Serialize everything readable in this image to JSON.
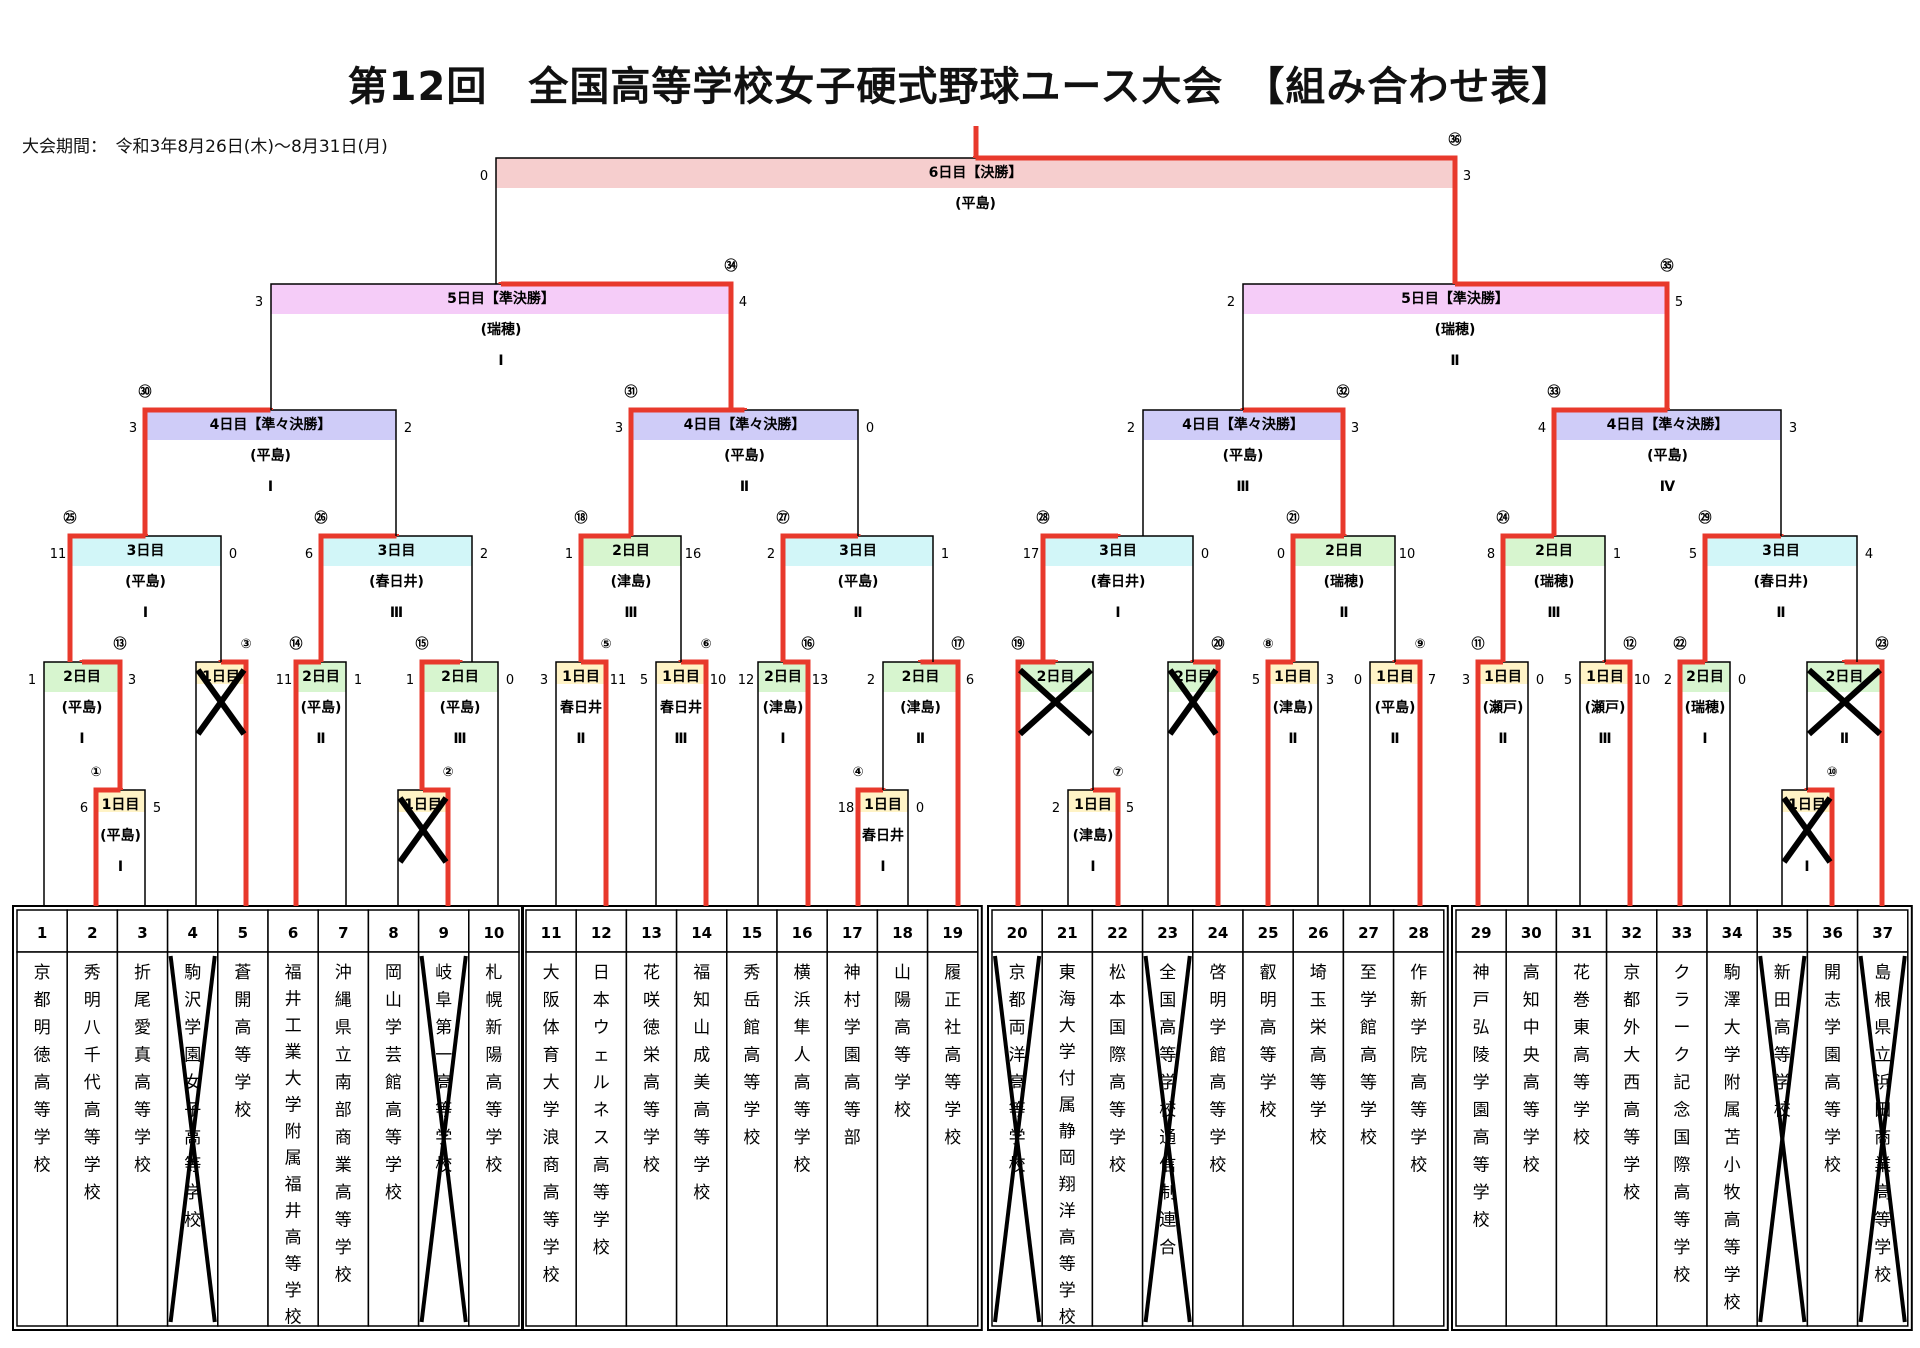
{
  "title": "第12回　全国高等学校女子硬式野球ユース大会　【組み合わせ表】",
  "period": "大会期間：　令和3年8月26日(木)～8月31日(月)",
  "schools": [
    {
      "no": "1",
      "name": "京都明徳高等学校"
    },
    {
      "no": "2",
      "name": "秀明八千代高等学校"
    },
    {
      "no": "3",
      "name": "折尾愛真高等学校"
    },
    {
      "no": "4",
      "name": "駒沢学園女子高等学校",
      "withdrawn": true
    },
    {
      "no": "5",
      "name": "蒼開高等学校"
    },
    {
      "no": "6",
      "name": "福井工業大学附属福井高等学校"
    },
    {
      "no": "7",
      "name": "沖縄県立南部商業高等学校"
    },
    {
      "no": "8",
      "name": "岡山学芸館高等学校"
    },
    {
      "no": "9",
      "name": "岐阜第一高等学校",
      "withdrawn": true
    },
    {
      "no": "10",
      "name": "札幌新陽高等学校"
    },
    {
      "no": "11",
      "name": "大阪体育大学浪商高等学校"
    },
    {
      "no": "12",
      "name": "日本ウェルネス高等学校"
    },
    {
      "no": "13",
      "name": "花咲徳栄高等学校"
    },
    {
      "no": "14",
      "name": "福知山成美高等学校"
    },
    {
      "no": "15",
      "name": "秀岳館高等学校"
    },
    {
      "no": "16",
      "name": "横浜隼人高等学校"
    },
    {
      "no": "17",
      "name": "神村学園高等部"
    },
    {
      "no": "18",
      "name": "山陽高等学校"
    },
    {
      "no": "19",
      "name": "履正社高等学校"
    },
    {
      "no": "20",
      "name": "京都両洋高等学校",
      "withdrawn": true
    },
    {
      "no": "21",
      "name": "東海大学付属静岡翔洋高等学校"
    },
    {
      "no": "22",
      "name": "松本国際高等学校"
    },
    {
      "no": "23",
      "name": "全国高等学校通信制連合",
      "withdrawn": true
    },
    {
      "no": "24",
      "name": "啓明学館高等学校"
    },
    {
      "no": "25",
      "name": "叡明高等学校"
    },
    {
      "no": "26",
      "name": "埼玉栄高等学校"
    },
    {
      "no": "27",
      "name": "至学館高等学校"
    },
    {
      "no": "28",
      "name": "作新学院高等学校"
    },
    {
      "no": "29",
      "name": "神戸弘陵学園高等学校"
    },
    {
      "no": "30",
      "name": "高知中央高等学校"
    },
    {
      "no": "31",
      "name": "花巻東高等学校"
    },
    {
      "no": "32",
      "name": "京都外大西高等学校"
    },
    {
      "no": "33",
      "name": "クラーク記念国際高等学校"
    },
    {
      "no": "34",
      "name": "駒澤大学附属苫小牧高等学校"
    },
    {
      "no": "35",
      "name": "新田高等学校",
      "withdrawn": true
    },
    {
      "no": "36",
      "name": "開志学園高等学校"
    },
    {
      "no": "37",
      "name": "島根県立浜田商業高等学校",
      "withdrawn": true
    }
  ],
  "matches": {
    "m1": {
      "no": "①",
      "day": "1日目",
      "venue": "(平島)",
      "field": "Ⅰ",
      "scoreL": "6",
      "scoreR": "5",
      "color": "#fff3c6",
      "cancelled": false
    },
    "m2": {
      "no": "②",
      "day": "1日目",
      "venue": "",
      "field": "",
      "scoreL": "",
      "scoreR": "",
      "color": "#fff3c6",
      "cancelled": true
    },
    "m3": {
      "no": "③",
      "day": "1日目",
      "venue": "",
      "field": "",
      "scoreL": "",
      "scoreR": "",
      "color": "#fff3c6",
      "cancelled": true
    },
    "m4": {
      "no": "④",
      "day": "1日目",
      "venue": "春日井",
      "field": "Ⅰ",
      "scoreL": "18",
      "scoreR": "0",
      "color": "#fff3c6",
      "cancelled": false
    },
    "m5": {
      "no": "⑤",
      "day": "1日目",
      "venue": "春日井",
      "field": "Ⅱ",
      "scoreL": "3",
      "scoreR": "11",
      "color": "#fff3c6",
      "cancelled": false
    },
    "m6": {
      "no": "⑥",
      "day": "1日目",
      "venue": "春日井",
      "field": "Ⅲ",
      "scoreL": "5",
      "scoreR": "10",
      "color": "#fff3c6",
      "cancelled": false
    },
    "m7": {
      "no": "⑦",
      "day": "1日目",
      "venue": "(津島)",
      "field": "Ⅰ",
      "scoreL": "2",
      "scoreR": "5",
      "color": "#fff3c6",
      "cancelled": false
    },
    "m8": {
      "no": "⑧",
      "day": "1日目",
      "venue": "(津島)",
      "field": "Ⅱ",
      "scoreL": "5",
      "scoreR": "3",
      "color": "#fff3c6",
      "cancelled": false
    },
    "m9": {
      "no": "⑨",
      "day": "1日目",
      "venue": "(平島)",
      "field": "Ⅱ",
      "scoreL": "0",
      "scoreR": "7",
      "color": "#fff3c6",
      "cancelled": false
    },
    "m10": {
      "no": "⑩",
      "day": "1日目",
      "venue": "",
      "field": "Ⅰ",
      "scoreL": "",
      "scoreR": "",
      "color": "#fff3c6",
      "cancelled": true
    },
    "m11": {
      "no": "⑪",
      "day": "1日目",
      "venue": "(瀬戸)",
      "field": "Ⅱ",
      "scoreL": "3",
      "scoreR": "0",
      "color": "#fff3c6",
      "cancelled": false
    },
    "m12": {
      "no": "⑫",
      "day": "1日目",
      "venue": "(瀬戸)",
      "field": "Ⅲ",
      "scoreL": "5",
      "scoreR": "10",
      "color": "#fff3c6",
      "cancelled": false
    },
    "m13": {
      "no": "⑬",
      "day": "2日目",
      "venue": "(平島)",
      "field": "Ⅰ",
      "scoreL": "1",
      "scoreR": "3",
      "color": "#d7f5cf",
      "cancelled": false
    },
    "m14": {
      "no": "⑭",
      "day": "2日目",
      "venue": "(平島)",
      "field": "Ⅱ",
      "scoreL": "11",
      "scoreR": "1",
      "color": "#d7f5cf",
      "cancelled": false
    },
    "m15": {
      "no": "⑮",
      "day": "2日目",
      "venue": "(平島)",
      "field": "Ⅲ",
      "scoreL": "1",
      "scoreR": "0",
      "color": "#d7f5cf",
      "cancelled": false
    },
    "m16": {
      "no": "⑯",
      "day": "2日目",
      "venue": "(津島)",
      "field": "Ⅰ",
      "scoreL": "12",
      "scoreR": "13",
      "color": "#d7f5cf",
      "cancelled": false
    },
    "m17": {
      "no": "⑰",
      "day": "2日目",
      "venue": "(津島)",
      "field": "Ⅱ",
      "scoreL": "2",
      "scoreR": "6",
      "color": "#d7f5cf",
      "cancelled": false
    },
    "m19": {
      "no": "⑲",
      "day": "2日目",
      "venue": "",
      "field": "",
      "scoreL": "",
      "scoreR": "",
      "color": "#d7f5cf",
      "cancelled": true
    },
    "m20": {
      "no": "⑳",
      "day": "2日目",
      "venue": "",
      "field": "",
      "scoreL": "",
      "scoreR": "",
      "color": "#d7f5cf",
      "cancelled": true
    },
    "m22": {
      "no": "㉒",
      "day": "2日目",
      "venue": "(瑞穂)",
      "field": "Ⅰ",
      "scoreL": "2",
      "scoreR": "0",
      "color": "#d7f5cf",
      "cancelled": false
    },
    "m23": {
      "no": "㉓",
      "day": "2日目",
      "venue": "",
      "field": "Ⅱ",
      "scoreL": "",
      "scoreR": "",
      "color": "#d7f5cf",
      "cancelled": true
    },
    "m18": {
      "no": "⑱",
      "day": "2日目",
      "venue": "(津島)",
      "field": "Ⅲ",
      "scoreL": "1",
      "scoreR": "16",
      "color": "#d7f5cf",
      "cancelled": false
    },
    "m21": {
      "no": "㉑",
      "day": "2日目",
      "venue": "(瑞穂)",
      "field": "Ⅱ",
      "scoreL": "0",
      "scoreR": "10",
      "color": "#d7f5cf",
      "cancelled": false
    },
    "m24": {
      "no": "㉔",
      "day": "2日目",
      "venue": "(瑞穂)",
      "field": "Ⅲ",
      "scoreL": "8",
      "scoreR": "1",
      "color": "#d7f5cf",
      "cancelled": false
    },
    "m25": {
      "no": "㉕",
      "day": "3日目",
      "venue": "(平島)",
      "field": "Ⅰ",
      "scoreL": "11",
      "scoreR": "0",
      "color": "#d2f6f8",
      "cancelled": false
    },
    "m26": {
      "no": "㉖",
      "day": "3日目",
      "venue": "(春日井)",
      "field": "Ⅲ",
      "scoreL": "6",
      "scoreR": "2",
      "color": "#d2f6f8",
      "cancelled": false
    },
    "m27": {
      "no": "㉗",
      "day": "3日目",
      "venue": "(平島)",
      "field": "Ⅱ",
      "scoreL": "2",
      "scoreR": "1",
      "color": "#d2f6f8",
      "cancelled": false
    },
    "m28": {
      "no": "㉘",
      "day": "3日目",
      "venue": "(春日井)",
      "field": "Ⅰ",
      "scoreL": "17",
      "scoreR": "0",
      "color": "#d2f6f8",
      "cancelled": false
    },
    "m29": {
      "no": "㉙",
      "day": "3日目",
      "venue": "(春日井)",
      "field": "Ⅱ",
      "scoreL": "5",
      "scoreR": "4",
      "color": "#d2f6f8",
      "cancelled": false
    },
    "m30": {
      "no": "㉚",
      "day": "4日目【準々決勝】",
      "venue": "(平島)",
      "field": "Ⅰ",
      "scoreL": "3",
      "scoreR": "2",
      "color": "#cfccf8",
      "cancelled": false
    },
    "m31": {
      "no": "㉛",
      "day": "4日目【準々決勝】",
      "venue": "(平島)",
      "field": "Ⅱ",
      "scoreL": "3",
      "scoreR": "0",
      "color": "#cfccf8",
      "cancelled": false
    },
    "m32": {
      "no": "㉜",
      "day": "4日目【準々決勝】",
      "venue": "(平島)",
      "field": "Ⅲ",
      "scoreL": "2",
      "scoreR": "3",
      "color": "#cfccf8",
      "cancelled": false
    },
    "m33": {
      "no": "㉝",
      "day": "4日目【準々決勝】",
      "venue": "(平島)",
      "field": "Ⅳ",
      "scoreL": "4",
      "scoreR": "3",
      "color": "#cfccf8",
      "cancelled": false
    },
    "m34": {
      "no": "㉞",
      "day": "5日目【準決勝】",
      "venue": "(瑞穂)",
      "field": "Ⅰ",
      "scoreL": "3",
      "scoreR": "4",
      "color": "#f5ccf8",
      "cancelled": false
    },
    "m35": {
      "no": "㉟",
      "day": "5日目【準決勝】",
      "venue": "(瑞穂)",
      "field": "Ⅱ",
      "scoreL": "2",
      "scoreR": "5",
      "color": "#f5ccf8",
      "cancelled": false
    },
    "m36": {
      "no": "㊱",
      "day": "6日目【決勝】",
      "venue": "(平島)",
      "field": "",
      "scoreL": "0",
      "scoreR": "3",
      "color": "#f6cece",
      "cancelled": false
    }
  },
  "colors": {
    "line": "#e8392c",
    "win": "#e8392c",
    "box": "#000000"
  }
}
